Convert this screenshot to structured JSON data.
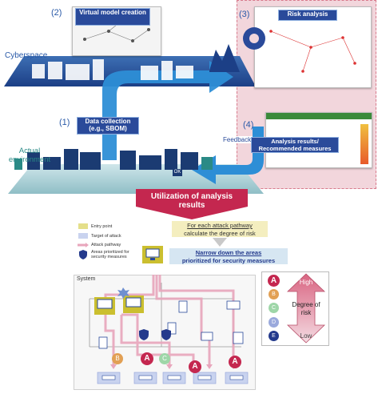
{
  "top": {
    "step2": {
      "number": "(2)",
      "label": "Virtual model creation"
    },
    "step3": {
      "number": "(3)",
      "label": "Risk analysis"
    },
    "step1": {
      "number": "(1)",
      "label": "Data collection (e.g., SBOM)"
    },
    "step4": {
      "number": "(4)",
      "label": "Analysis results/ Recommended measures"
    },
    "cyberspace": "Cyberspace",
    "actual_environment": "Actual environment",
    "feedback": "Feedback",
    "ok_badge": "OK"
  },
  "banner": "Utilization of analysis results",
  "legend": {
    "entry_point": "Entry point",
    "target": "Target of attack",
    "attack_pathway": "Attack pathway",
    "priority_areas": "Areas prioritized for security measures"
  },
  "steps": {
    "pathway_heading": "For each attack pathway",
    "pathway_text": "calculate the degree of risk",
    "narrow_heading": "Narrow down the areas",
    "narrow_text": "prioritized for security measures"
  },
  "system_label": "System",
  "risk_scale": {
    "high": "High",
    "low": "Low",
    "caption": "Degree of risk",
    "levels": [
      "A",
      "B",
      "C",
      "D",
      "E"
    ],
    "colors": [
      "#c4274f",
      "#e2a054",
      "#9ed6a8",
      "#9aa9dc",
      "#243a8c"
    ]
  },
  "graph_badges": [
    "B",
    "A",
    "C",
    "A",
    "A"
  ]
}
